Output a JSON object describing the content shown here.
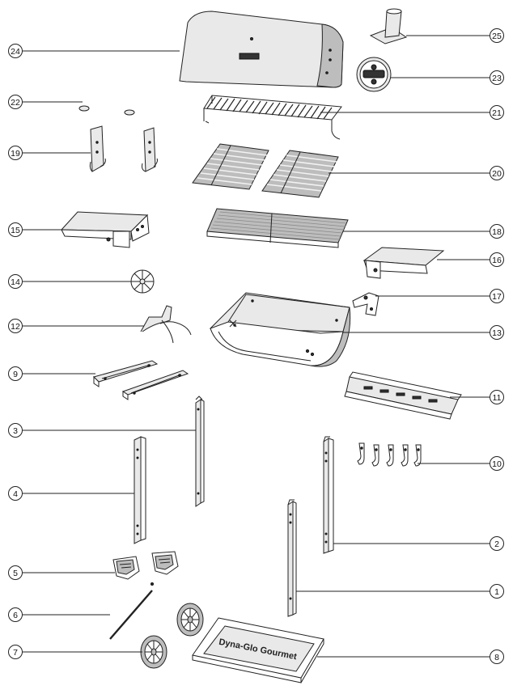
{
  "diagram": {
    "logo_text": "Dyna-Glo Gourmet",
    "parts": [
      {
        "id": "p1",
        "number": "1"
      },
      {
        "id": "p2",
        "number": "2"
      },
      {
        "id": "p3",
        "number": "3"
      },
      {
        "id": "p4",
        "number": "4"
      },
      {
        "id": "p5",
        "number": "5"
      },
      {
        "id": "p6",
        "number": "6"
      },
      {
        "id": "p7",
        "number": "7"
      },
      {
        "id": "p8",
        "number": "8"
      },
      {
        "id": "p9",
        "number": "9"
      },
      {
        "id": "p10",
        "number": "10"
      },
      {
        "id": "p11",
        "number": "11"
      },
      {
        "id": "p12",
        "number": "12"
      },
      {
        "id": "p13",
        "number": "13"
      },
      {
        "id": "p14",
        "number": "14"
      },
      {
        "id": "p15",
        "number": "15"
      },
      {
        "id": "p16",
        "number": "16"
      },
      {
        "id": "p17",
        "number": "17"
      },
      {
        "id": "p18",
        "number": "18"
      },
      {
        "id": "p19",
        "number": "19"
      },
      {
        "id": "p20",
        "number": "20"
      },
      {
        "id": "p21",
        "number": "21"
      },
      {
        "id": "p22",
        "number": "22"
      },
      {
        "id": "p23",
        "number": "23"
      },
      {
        "id": "p24",
        "number": "24"
      },
      {
        "id": "p25",
        "number": "25"
      }
    ]
  }
}
